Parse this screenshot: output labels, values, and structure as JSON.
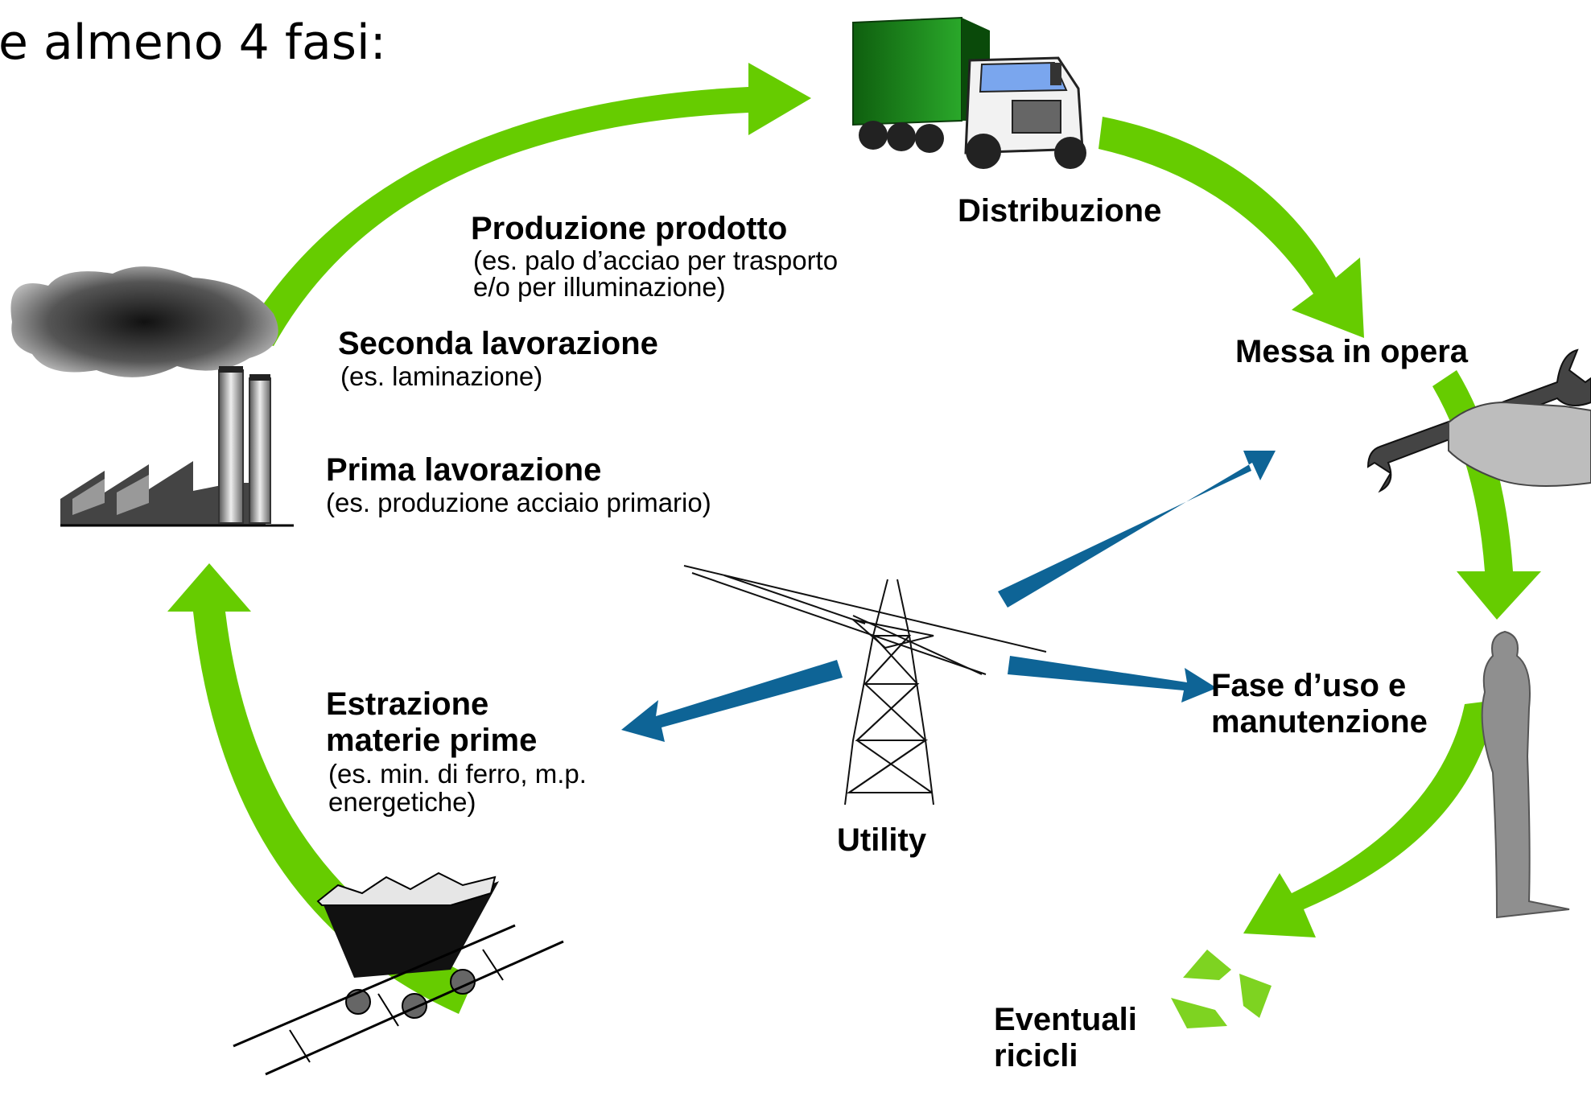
{
  "heading": "e almeno 4 fasi:",
  "phases": {
    "estrazione": {
      "title_line1": "Estrazione",
      "title_line2": "materie prime",
      "desc_line1": "(es. min. di ferro, m.p.",
      "desc_line2": "energetiche)"
    },
    "prima": {
      "title": "Prima lavorazione",
      "desc": "(es. produzione acciaio primario)"
    },
    "seconda": {
      "title": "Seconda lavorazione",
      "desc": "(es. laminazione)"
    },
    "produzione": {
      "title": "Produzione prodotto",
      "desc_line1": "(es. palo d’acciao per trasporto",
      "desc_line2": "e/o per illuminazione)"
    },
    "distribuzione": {
      "title": "Distribuzione"
    },
    "messa": {
      "title": "Messa in opera"
    },
    "fase_uso": {
      "title_line1": "Fase d’uso e",
      "title_line2": "manutenzione"
    },
    "ricicli": {
      "title_line1": "Eventuali",
      "title_line2": "ricicli"
    },
    "utility": {
      "title": "Utility"
    }
  },
  "colors": {
    "cycle_arrow": "#66cc00",
    "utility_arrow": "#0e6496",
    "truck_cargo": "#1c8a1c"
  },
  "icons": [
    "factory-icon",
    "truck-icon",
    "wrench-hand-icon",
    "person-icon",
    "recycle-icon",
    "mine-cart-icon",
    "power-pylon-icon"
  ]
}
